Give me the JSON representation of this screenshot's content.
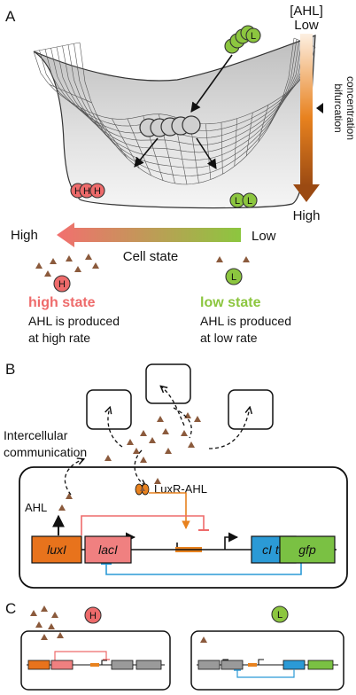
{
  "colors": {
    "high": "#ee6b6b",
    "low": "#8cc63f",
    "ahl_dark": "#9b4a12",
    "ahl_light": "#f7dcc4",
    "luxI": "#e8731c",
    "lacI": "#f08080",
    "cIts": "#2b9ad6",
    "gfp": "#7ac143",
    "grey_gene": "#9a9a9a",
    "triangle": "#8b5a3c"
  },
  "panelA": {
    "label": "A",
    "ahl_axis": {
      "title": "[AHL]",
      "low": "Low",
      "high": "High",
      "bifurcation_line1": "bifurcation",
      "bifurcation_line2": "concentration"
    },
    "landscape_cell_labels": {
      "high": "H",
      "low": "L"
    },
    "cell_state_axis": {
      "title": "Cell state",
      "left": "High",
      "right": "Low"
    },
    "high_state": {
      "title": "high state",
      "icon_letter": "H",
      "desc_line1": "AHL is produced",
      "desc_line2": "at high rate"
    },
    "low_state": {
      "title": "low state",
      "icon_letter": "L",
      "desc_line1": "AHL is produced",
      "desc_line2": "at low rate"
    }
  },
  "panelB": {
    "label": "B",
    "intercellular_line1": "Intercellular",
    "intercellular_line2": "communication",
    "luxr_ahl": "LuxR-AHL",
    "ahl": "AHL",
    "genes": {
      "luxI": "luxI",
      "lacI": "lacI",
      "cIts": "cI ts",
      "gfp": "gfp"
    }
  },
  "panelC": {
    "label": "C",
    "high_icon": "H",
    "low_icon": "L"
  }
}
